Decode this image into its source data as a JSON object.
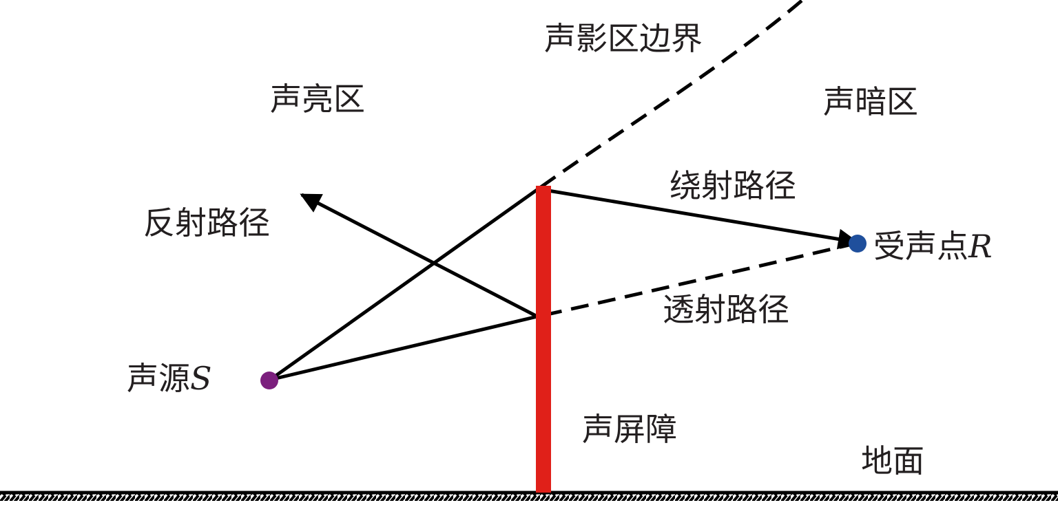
{
  "labels": {
    "shadow_boundary": "声影区边界",
    "bright_zone": "声亮区",
    "dark_zone": "声暗区",
    "diffraction_path": "绕射路径",
    "reflection_path": "反射路径",
    "receiver": "受声点",
    "receiver_symbol": "R",
    "transmission_path": "透射路径",
    "source": "声源",
    "source_symbol": "S",
    "barrier": "声屏障",
    "ground": "地面"
  },
  "colors": {
    "line": "#000000",
    "text": "#231f20",
    "barrier": "#e02019",
    "source_point": "#7b1f7d",
    "receiver_point": "#1f4f9c"
  },
  "icons": {
    "source_point": "filled-circle",
    "receiver_point": "filled-circle",
    "ground": "hatched-line",
    "barrier": "thick-vertical-bar"
  }
}
